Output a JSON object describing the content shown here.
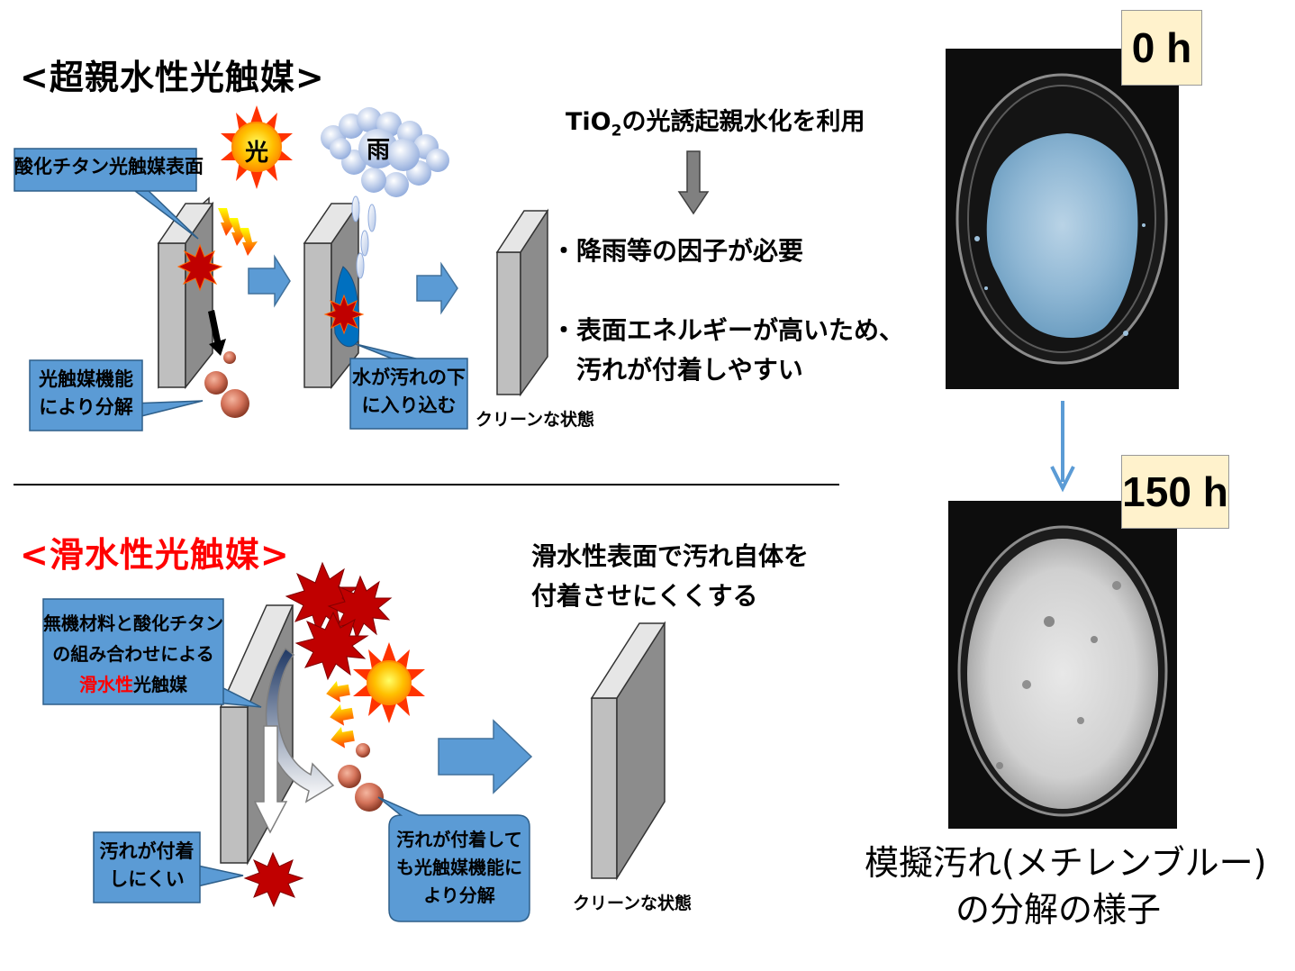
{
  "top": {
    "heading": "<超親水性光触媒>",
    "callout_surface": "酸化チタン光触媒表面",
    "sun_label": "光",
    "rain_label": "雨",
    "callout_decompose": [
      "光触媒機能",
      "により分解"
    ],
    "callout_water": [
      "水が汚れの下",
      "に入り込む"
    ],
    "clean_label": "クリーンな状態",
    "mechanism_prefix": "TiO",
    "mechanism_sub": "2",
    "mechanism_suffix": "の光誘起親水化を利用",
    "bullet1": "・降雨等の因子が必要",
    "bullet2_line1": "・表面エネルギーが高いため、",
    "bullet2_line2": "汚れが付着しやすい"
  },
  "bottom": {
    "heading": "<滑水性光触媒>",
    "callout_material_line1": "無機材料と酸化チタン",
    "callout_material_line2": "の組み合わせによる",
    "callout_material_red": "滑水性",
    "callout_material_rest": "光触媒",
    "statement_line1": "滑水性表面で汚れ自体を",
    "statement_line2": "付着させにくくする",
    "callout_hard": [
      "汚れが付着",
      "しにくい"
    ],
    "callout_even": [
      "汚れが付着して",
      "も光触媒機能に",
      "より分解"
    ],
    "clean_label": "クリーンな状態"
  },
  "photos": {
    "label_0h": "0 h",
    "label_150h": "150 h",
    "caption_line1": "模擬汚れ(メチレンブルー)",
    "caption_line2": "の分解の様子"
  },
  "colors": {
    "heading_red": "#ff0000",
    "callout_blue": "#5b9bd5",
    "arrow_blue": "#5b9bd5",
    "label_box": "#fff2cc",
    "panel_gray": "#a6a6a6",
    "starburst": "#c00000",
    "stain": "#d4735a"
  }
}
